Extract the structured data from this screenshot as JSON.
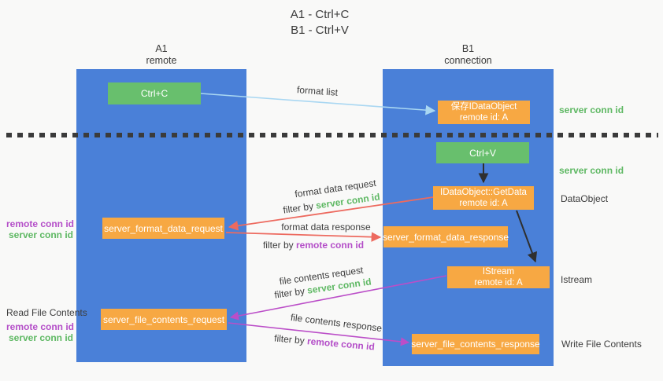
{
  "title": {
    "line1": "A1 - Ctrl+C",
    "line2": "B1 - Ctrl+V"
  },
  "columns": {
    "a": {
      "name": "A1",
      "role": "remote"
    },
    "b": {
      "name": "B1",
      "role": "connection"
    }
  },
  "boxes": {
    "ctrl_c": {
      "label": "Ctrl+C"
    },
    "save_idataobject": {
      "line1": "保存IDataObject",
      "line2": "remote id: A"
    },
    "ctrl_v": {
      "label": "Ctrl+V"
    },
    "getdata": {
      "line1": "IDataObject::GetData",
      "line2": "remote id: A"
    },
    "format_request": {
      "label": "server_format_data_request"
    },
    "format_response": {
      "label": "server_format_data_response"
    },
    "istream": {
      "line1": "IStream",
      "line2": "remote id: A"
    },
    "file_request": {
      "label": "server_file_contents_request"
    },
    "file_response": {
      "label": "server_file_contents_response"
    }
  },
  "edge_labels": {
    "format_list": "format list",
    "format_data_request": "format data request",
    "format_data_response": "format data response",
    "file_contents_request": "file contents request",
    "file_contents_response": "file contents response",
    "filter_by": "filter by",
    "server_conn_id": "server conn id",
    "remote_conn_id": "remote conn id"
  },
  "annotations": {
    "right_server_conn_id_top": "server conn id",
    "right_server_conn_id_mid": "server conn id",
    "dataobject": "DataObject",
    "istream": "Istream",
    "write_file_contents": "Write File Contents",
    "read_file_contents": "Read File Contents",
    "left_remote_conn_id_top": "remote conn id",
    "left_server_conn_id_top": "server conn id",
    "left_remote_conn_id_bottom": "remote conn id",
    "left_server_conn_id_bottom": "server conn id"
  },
  "colors": {
    "column_blue": "#4a80d8",
    "box_green": "#68bf6d",
    "box_orange": "#f7a843",
    "arrow_red": "#ed6a5f",
    "arrow_purple": "#bb4ec8",
    "arrow_lightblue": "#a9d7f2",
    "arrow_black": "#2f2f2f",
    "text_green": "#5eb863",
    "text_purple": "#b44ec8",
    "background": "#f9f9f8"
  }
}
